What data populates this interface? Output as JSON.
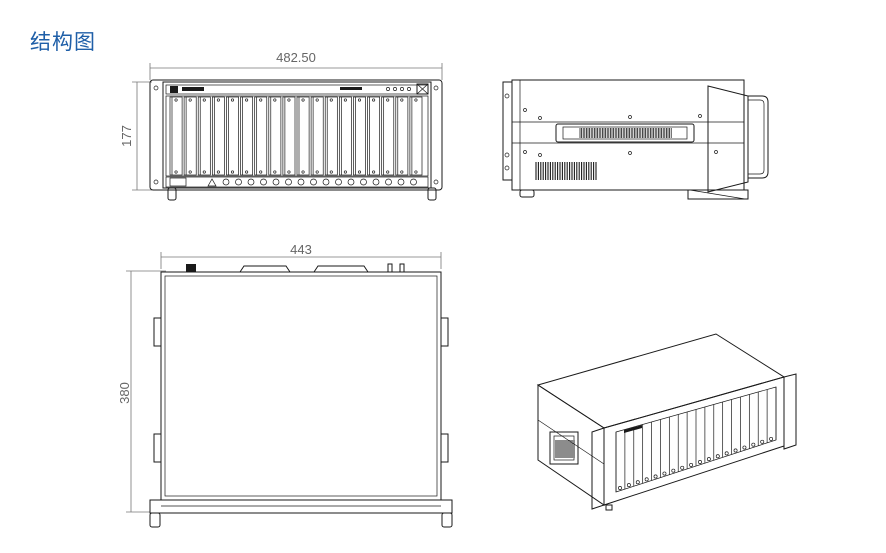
{
  "title": "结构图",
  "front_view": {
    "width_label": "482.50",
    "height_label": "177",
    "slot_count": 18
  },
  "top_view": {
    "width_label": "443",
    "depth_label": "380"
  },
  "colors": {
    "title": "#1f5fa8",
    "line": "#1a1a1a",
    "dimension": "#777777"
  }
}
